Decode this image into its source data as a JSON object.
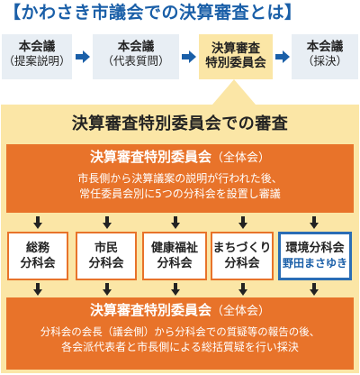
{
  "title": "【かわさき市議会での決算審査とは】",
  "steps": [
    {
      "line1": "本会議",
      "line2": "（提案説明）"
    },
    {
      "line1": "本会議",
      "line2": "（代表質問）"
    },
    {
      "line1": "決算審査",
      "line2": "特別委員会"
    },
    {
      "line1": "本会議",
      "line2": "（採決）"
    }
  ],
  "panel": {
    "title": "決算審査特別委員会での審査",
    "top_box": {
      "title": "決算審査特別委員会",
      "paren": "（全体会）",
      "line1": "市長側から決算議案の説明が行われた後、",
      "line2": "常任委員会別に5つの分科会を設置し審議"
    },
    "subcommittees": [
      {
        "line1": "総務",
        "line2": "分科会"
      },
      {
        "line1": "市民",
        "line2": "分科会"
      },
      {
        "line1": "健康福祉",
        "line2": "分科会"
      },
      {
        "line1": "まちづくり",
        "line2": "分科会"
      },
      {
        "line1": "環境分科会",
        "line2": "野田まさゆき"
      }
    ],
    "bottom_box": {
      "title": "決算審査特別委員会",
      "paren": "（全体会）",
      "line1": "分科会の会長（議会側）から分科会での質疑等の報告の後、",
      "line2": "各会派代表者と市長側による総括質疑を行い採決"
    }
  },
  "colors": {
    "title_blue": "#1a5fa8",
    "orange": "#e8732a",
    "cream": "#fbe6a6",
    "grey_box": "#e8eef4",
    "highlight_border": "#2a6db5"
  }
}
